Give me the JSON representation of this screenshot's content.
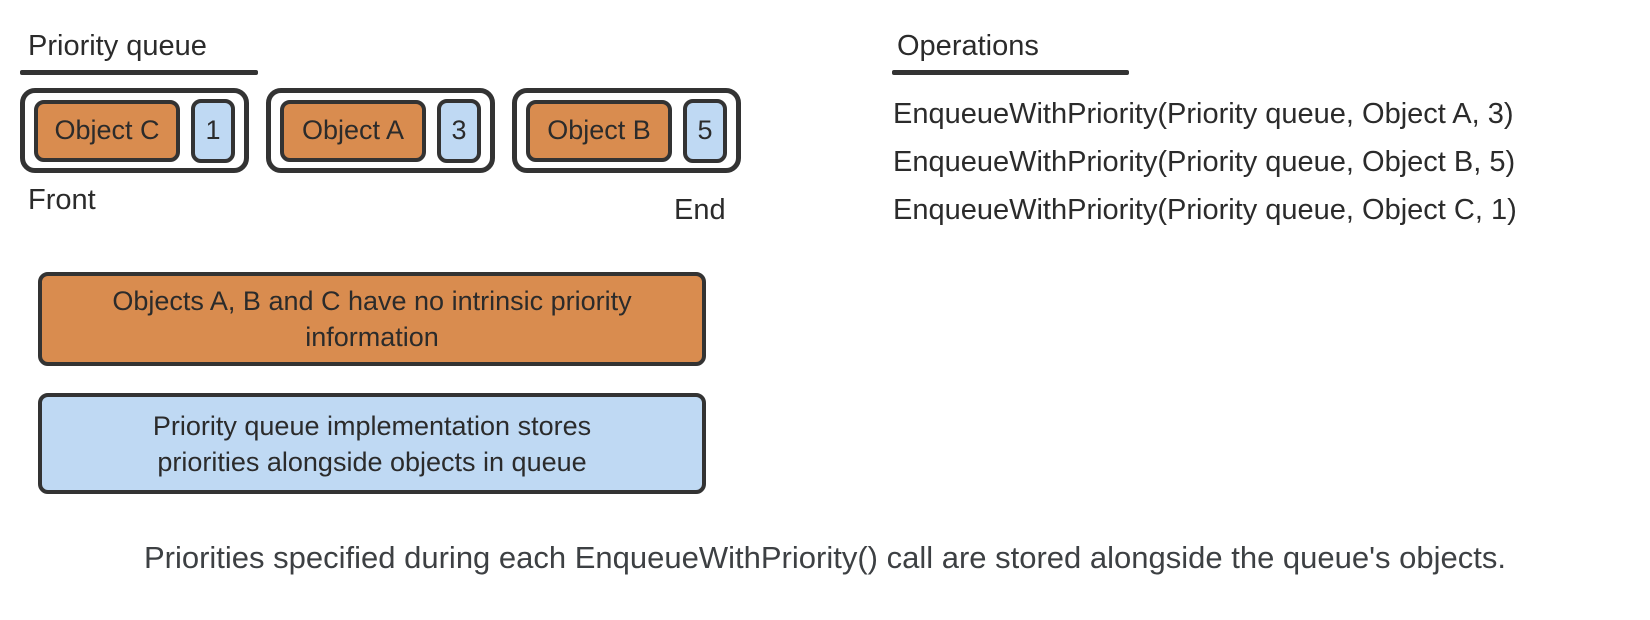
{
  "colors": {
    "object_fill": "#d98c4f",
    "priority_fill": "#bfd9f3",
    "border": "#333333",
    "text": "#2b2b2b",
    "caption_text": "#3d4043"
  },
  "priority_queue": {
    "title": "Priority queue",
    "front_label": "Front",
    "end_label": "End",
    "items": [
      {
        "object": "Object C",
        "priority": "1"
      },
      {
        "object": "Object A",
        "priority": "3"
      },
      {
        "object": "Object B",
        "priority": "5"
      }
    ]
  },
  "callouts": {
    "orange": "Objects A, B and C have no intrinsic priority information",
    "blue": "Priority queue implementation stores priorities alongside objects in queue"
  },
  "operations": {
    "title": "Operations",
    "calls": [
      "EnqueueWithPriority(Priority queue, Object A, 3)",
      "EnqueueWithPriority(Priority queue, Object B, 5)",
      "EnqueueWithPriority(Priority queue, Object C, 1)"
    ]
  },
  "caption": "Priorities specified during each EnqueueWithPriority() call are stored alongside the queue's objects."
}
